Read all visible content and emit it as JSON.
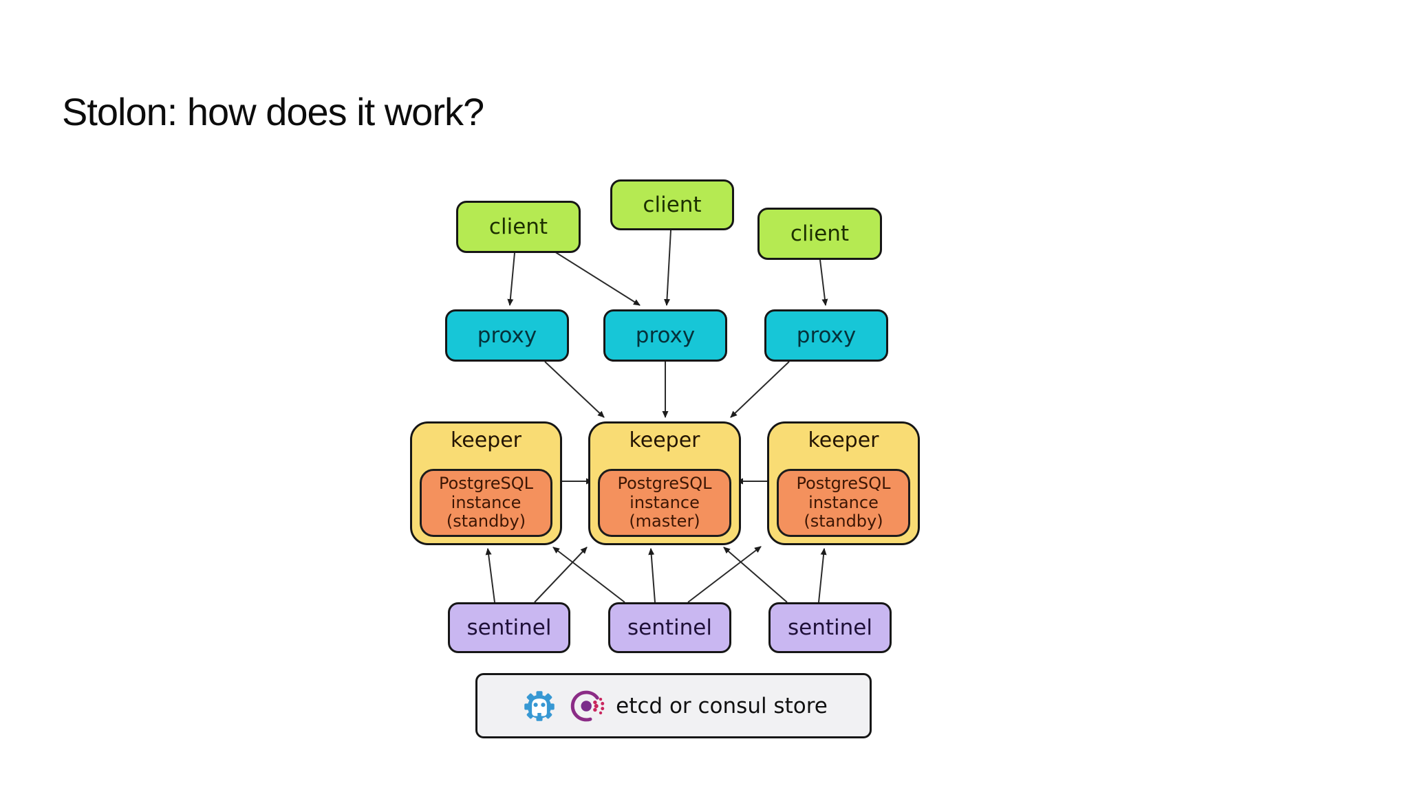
{
  "title": "Stolon: how does it work?",
  "colors": {
    "client_fill": "#b5ea52",
    "proxy_fill": "#17c6d7",
    "keeper_fill": "#f9dc74",
    "postgres_fill": "#f4915d",
    "sentinel_fill": "#c9b7f1",
    "store_fill": "#f1f1f3",
    "border": "#161616",
    "arrow": "#2a2a2a",
    "etcd_logo_blue": "#3798d3",
    "consul_logo_purple": "#8b2c86",
    "consul_logo_crimson": "#c9265e"
  },
  "diagram": {
    "clients": [
      {
        "id": "client1",
        "label": "client"
      },
      {
        "id": "client2",
        "label": "client"
      },
      {
        "id": "client3",
        "label": "client"
      }
    ],
    "proxies": [
      {
        "id": "proxy1",
        "label": "proxy"
      },
      {
        "id": "proxy2",
        "label": "proxy"
      },
      {
        "id": "proxy3",
        "label": "proxy"
      }
    ],
    "keepers": [
      {
        "id": "keeper1",
        "label": "keeper",
        "instance_lines": [
          "PostgreSQL",
          "instance",
          "(standby)"
        ]
      },
      {
        "id": "keeper2",
        "label": "keeper",
        "instance_lines": [
          "PostgreSQL",
          "instance",
          "(master)"
        ]
      },
      {
        "id": "keeper3",
        "label": "keeper",
        "instance_lines": [
          "PostgreSQL",
          "instance",
          "(standby)"
        ]
      }
    ],
    "sentinels": [
      {
        "id": "sentinel1",
        "label": "sentinel"
      },
      {
        "id": "sentinel2",
        "label": "sentinel"
      },
      {
        "id": "sentinel3",
        "label": "sentinel"
      }
    ],
    "store": {
      "label": "etcd or consul store",
      "icons": [
        "etcd-logo",
        "consul-logo"
      ]
    },
    "edges": [
      {
        "from": "client1",
        "to": "proxy1"
      },
      {
        "from": "client1",
        "to": "proxy2"
      },
      {
        "from": "client2",
        "to": "proxy2"
      },
      {
        "from": "client3",
        "to": "proxy3"
      },
      {
        "from": "proxy1",
        "to": "keeper2"
      },
      {
        "from": "proxy2",
        "to": "keeper2"
      },
      {
        "from": "proxy3",
        "to": "keeper2"
      },
      {
        "from": "postgres-standby-1",
        "to": "postgres-master"
      },
      {
        "from": "postgres-standby-3",
        "to": "postgres-master"
      },
      {
        "from": "sentinel1",
        "to": "keeper1"
      },
      {
        "from": "sentinel1",
        "to": "keeper2"
      },
      {
        "from": "sentinel2",
        "to": "keeper1"
      },
      {
        "from": "sentinel2",
        "to": "keeper2"
      },
      {
        "from": "sentinel2",
        "to": "keeper3"
      },
      {
        "from": "sentinel3",
        "to": "keeper2"
      },
      {
        "from": "sentinel3",
        "to": "keeper3"
      }
    ]
  }
}
